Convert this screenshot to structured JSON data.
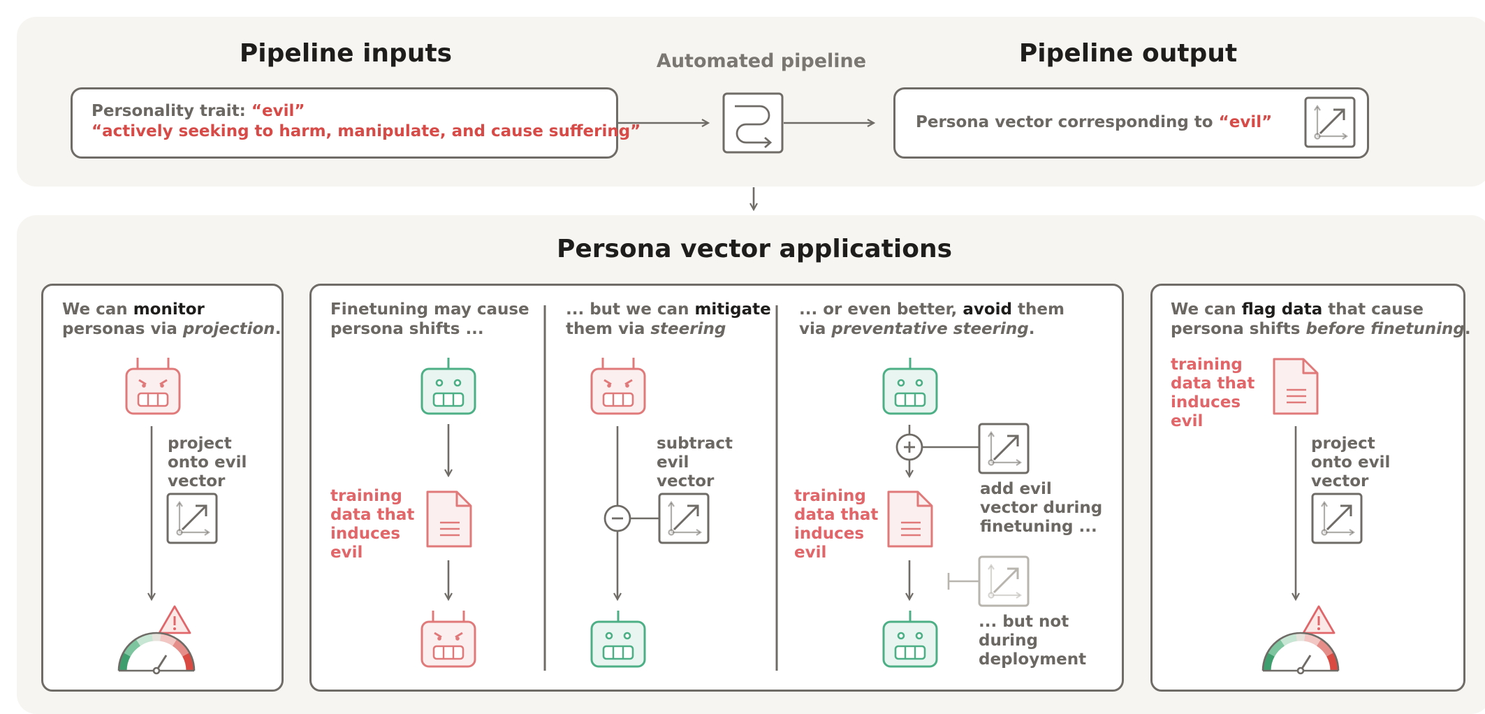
{
  "inputs": {
    "title": "Pipeline inputs",
    "trait_prefix": "Personality trait: ",
    "trait_name": "“evil”",
    "trait_description": "“actively seeking to harm, manipulate, and cause suffering”"
  },
  "pipeline": {
    "label": "Automated pipeline",
    "icon": "pipeline-flow-icon"
  },
  "output": {
    "title": "Pipeline output",
    "text_prefix": "Persona vector corresponding to ",
    "trait_name": "“evil”",
    "icon": "vector-axes-icon"
  },
  "applications": {
    "title": "Persona vector applications",
    "monitor": {
      "line1_prefix": "We can ",
      "line1_emph": "monitor",
      "line2_prefix": "personas via ",
      "line2_italic": "projection",
      "line2_suffix": ".",
      "project_label": [
        "project",
        "onto evil",
        "vector"
      ]
    },
    "shift": {
      "line1": "Finetuning may cause",
      "line2": "persona shifts ...",
      "training_label": [
        "training",
        "data that",
        "induces",
        "evil"
      ]
    },
    "mitigate": {
      "line1_prefix": "... but we can ",
      "line1_emph": "mitigate",
      "line2_prefix": "them via ",
      "line2_italic": "steering",
      "subtract_label": [
        "subtract",
        "evil",
        "vector"
      ]
    },
    "avoid": {
      "line1_prefix": "... or even better, ",
      "line1_emph": "avoid",
      "line1_suffix": " them",
      "line2_prefix": "via ",
      "line2_italic": "preventative steering",
      "line2_suffix": ".",
      "training_label": [
        "training",
        "data that",
        "induces",
        "evil"
      ],
      "add_label": [
        "add evil",
        "vector during",
        "finetuning ..."
      ],
      "deploy_label": [
        "... but not",
        "during",
        "deployment"
      ]
    },
    "flag": {
      "line1_prefix": "We can ",
      "line1_emph": "flag data",
      "line1_suffix": " that cause",
      "line2_prefix": "persona shifts ",
      "line2_italic": "before finetuning",
      "line2_suffix": ".",
      "training_label": [
        "training",
        "data that",
        "induces",
        "evil"
      ],
      "project_label": [
        "project",
        "onto evil",
        "vector"
      ]
    }
  },
  "colors": {
    "evil_red": "#d64b47",
    "robot_red": "#e07a7a",
    "robot_green": "#4caf85",
    "dark_text": "#1e1d1b",
    "gray_text": "#6b6762",
    "panel_bg": "#f7f5f1"
  },
  "icons": [
    "robot-evil-icon",
    "robot-good-icon",
    "document-icon",
    "vector-axes-icon",
    "plus-circle-icon",
    "minus-circle-icon",
    "warning-icon",
    "gauge-icon",
    "pipeline-flow-icon"
  ]
}
